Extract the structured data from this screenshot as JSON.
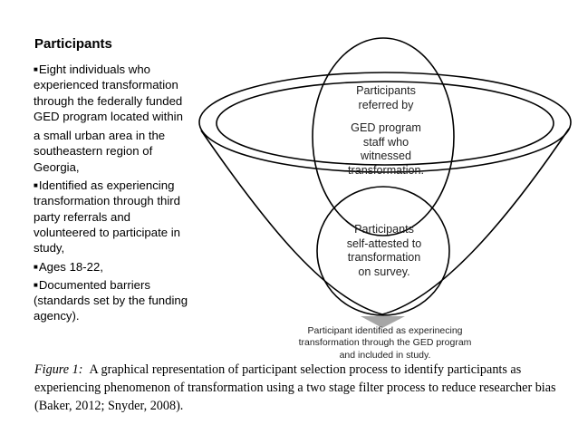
{
  "heading": "Participants",
  "bullets": [
    {
      "lines": [
        "Eight individuals who",
        "experienced transformation",
        "through the federally funded",
        "GED program located within",
        "a small urban area in the",
        "southeastern region of",
        "Georgia,"
      ]
    },
    {
      "lines": [
        "Identified as experiencing",
        "transformation through third",
        "party referrals and",
        "volunteered to participate in",
        "study,"
      ]
    },
    {
      "lines": [
        "Ages 18-22,"
      ]
    },
    {
      "lines": [
        "Documented barriers",
        "(standards set by the funding",
        "agency)."
      ]
    }
  ],
  "funnel": {
    "stage1_lines": [
      "Participants",
      "referred by",
      "GED program",
      "staff who",
      "witnessed",
      "transformation."
    ],
    "stage2_lines": [
      "Participants",
      "self-attested to",
      "transformation",
      "on survey."
    ],
    "result_lines": [
      "Participant identified as experinecing",
      "transformation through the GED program",
      "and included in study."
    ],
    "arrow_color": "#a6a6a6"
  },
  "caption": {
    "figure_label": "Figure 1:",
    "text": "A graphical representation of participant selection process to identify participants as experiencing phenomenon of transformation using a two stage filter process to reduce researcher bias (Baker, 2012; Snyder, 2008)."
  }
}
